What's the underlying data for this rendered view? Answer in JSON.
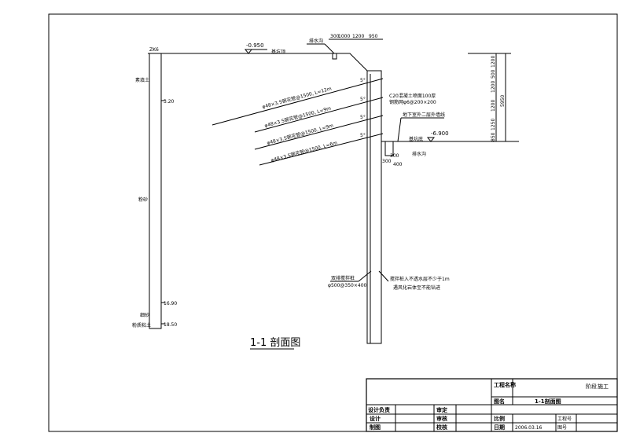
{
  "drawing": {
    "title": "1-1 剖面图",
    "ground": {
      "label": "ZK6",
      "elevation": "-0.950",
      "surface_label": "基坑顶"
    },
    "drain_label": "排水沟",
    "top_dims": [
      "300",
      "1000",
      "1200",
      "950"
    ],
    "soil_layers": [
      {
        "name": "素填土",
        "depth": "3.20"
      },
      {
        "name": "粉砂",
        "depth": "16.90"
      },
      {
        "name": "细砂",
        "depth": "18.50"
      },
      {
        "name": "粉质粘土",
        "depth": ""
      }
    ],
    "anchors": [
      "φ48×3.5钢花管@1500, L=12m",
      "φ48×3.5钢花管@1500, L=9m",
      "φ48×3.5钢花管@1500, L=9m",
      "φ48×3.5钢花管@1500, L=6m"
    ],
    "anchor_angle": "5°",
    "facing_note": [
      "C20混凝土喷面100厚",
      "钢筋网φ6@200×200"
    ],
    "drainage_note": "地下室外二层外墙线",
    "pit_bottom": {
      "elevation": "-6.900",
      "label": "基坑底"
    },
    "ditch_label": "排水沟",
    "ditch_dims": [
      "300",
      "300",
      "400"
    ],
    "right_dims": [
      "1200",
      "500",
      "1200",
      "1200",
      "1250",
      "850"
    ],
    "total_depth": "5950",
    "pile_note": [
      "双排搅拌桩",
      "φ500@350×400"
    ],
    "pile_note2": [
      "搅拌桩入不透水层不少于1m",
      "遇风化岩体至不能钻进"
    ]
  },
  "title_block": {
    "project_name_label": "工程名称",
    "drawing_name_label": "图名",
    "drawing_name": "1-1剖面图",
    "right_top": [
      "阶段",
      "施工"
    ],
    "design_lead": "设计负责",
    "approve": "审定",
    "design": "设计",
    "review": "审核",
    "scale": "比例",
    "project_no": "工程号",
    "draw": "制图",
    "check": "校核",
    "date_label": "日期",
    "date": "2006.03.16",
    "sheet_no": "图号"
  }
}
